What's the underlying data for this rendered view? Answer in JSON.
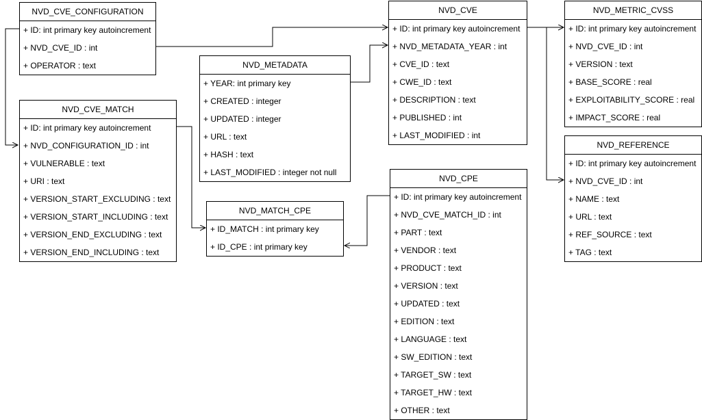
{
  "entities": {
    "nvd_cve_configuration": {
      "title": "NVD_CVE_CONFIGURATION",
      "fields": [
        "+ ID: int primary key autoincrement",
        "+ NVD_CVE_ID : int",
        "+ OPERATOR : text"
      ]
    },
    "nvd_cve_match": {
      "title": "NVD_CVE_MATCH",
      "fields": [
        "+ ID: int primary key autoincrement",
        "+ NVD_CONFIGURATION_ID : int",
        "+ VULNERABLE : text",
        "+ URI : text",
        "+ VERSION_START_EXCLUDING : text",
        "+ VERSION_START_INCLUDING : text",
        "+ VERSION_END_EXCLUDING : text",
        "+ VERSION_END_INCLUDING : text"
      ]
    },
    "nvd_metadata": {
      "title": "NVD_METADATA",
      "fields": [
        "+ YEAR: int primary key",
        "+ CREATED : integer",
        "+ UPDATED : integer",
        "+ URL : text",
        "+ HASH : text",
        "+ LAST_MODIFIED : integer not null"
      ]
    },
    "nvd_match_cpe": {
      "title": "NVD_MATCH_CPE",
      "fields": [
        "+ ID_MATCH : int primary key",
        "+ ID_CPE : int primary key"
      ]
    },
    "nvd_cve": {
      "title": "NVD_CVE",
      "fields": [
        "+ ID: int primary key autoincrement",
        "+ NVD_METADATA_YEAR : int",
        "+ CVE_ID : text",
        "+ CWE_ID : text",
        "+ DESCRIPTION : text",
        "+ PUBLISHED : int",
        "+ LAST_MODIFIED : int"
      ]
    },
    "nvd_cpe": {
      "title": "NVD_CPE",
      "fields": [
        "+ ID: int primary key autoincrement",
        "+ NVD_CVE_MATCH_ID : int",
        "+ PART : text",
        "+ VENDOR : text",
        "+ PRODUCT : text",
        "+ VERSION : text",
        "+ UPDATED : text",
        "+ EDITION : text",
        "+ LANGUAGE : text",
        "+ SW_EDITION : text",
        "+ TARGET_SW : text",
        "+ TARGET_HW : text",
        "+ OTHER : text"
      ]
    },
    "nvd_metric_cvss": {
      "title": "NVD_METRIC_CVSS",
      "fields": [
        "+ ID: int primary key autoincrement",
        "+ NVD_CVE_ID : int",
        "+ VERSION : text",
        "+ BASE_SCORE : real",
        "+ EXPLOITABILITY_SCORE : real",
        "+ IMPACT_SCORE : real"
      ]
    },
    "nvd_reference": {
      "title": "NVD_REFERENCE",
      "fields": [
        "+ ID: int primary key autoincrement",
        "+ NVD_CVE_ID : int",
        "+ NAME : text",
        "+ URL : text",
        "+ REF_SOURCE : text",
        "+ TAG : text"
      ]
    }
  },
  "relationships": [
    {
      "from": "NVD_CVE_CONFIGURATION.ID",
      "to": "NVD_CVE_MATCH.NVD_CONFIGURATION_ID"
    },
    {
      "from": "NVD_CVE_CONFIGURATION.NVD_CVE_ID",
      "to": "NVD_CVE.ID"
    },
    {
      "from": "NVD_METADATA.YEAR",
      "to": "NVD_CVE.NVD_METADATA_YEAR"
    },
    {
      "from": "NVD_CVE.ID",
      "to": "NVD_METRIC_CVSS.ID"
    },
    {
      "from": "NVD_CVE.ID",
      "to": "NVD_REFERENCE.NVD_CVE_ID"
    },
    {
      "from": "NVD_CVE_MATCH.ID",
      "to": "NVD_MATCH_CPE.ID_MATCH"
    },
    {
      "from": "NVD_CPE.ID",
      "to": "NVD_MATCH_CPE.ID_CPE"
    }
  ]
}
